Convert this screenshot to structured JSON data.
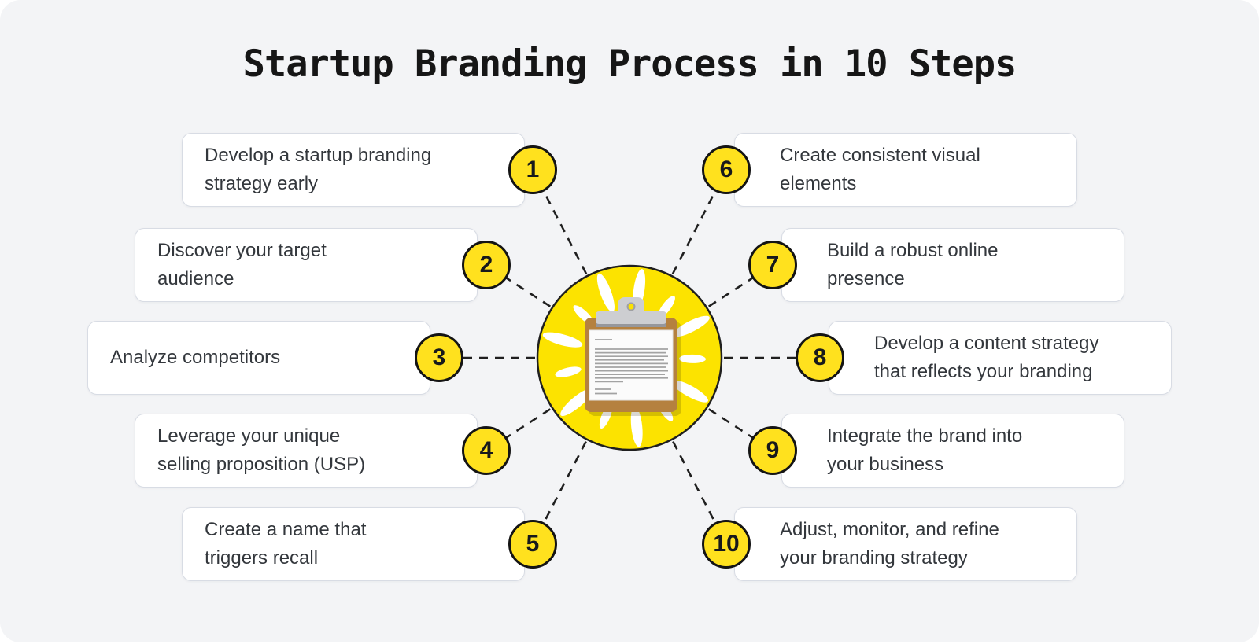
{
  "title": "Startup Branding Process in 10 Steps",
  "steps": [
    {
      "number": "1",
      "label": "Develop a startup branding\nstrategy early"
    },
    {
      "number": "2",
      "label": "Discover your target\naudience"
    },
    {
      "number": "3",
      "label": "Analyze competitors"
    },
    {
      "number": "4",
      "label": "Leverage your unique\nselling proposition (USP)"
    },
    {
      "number": "5",
      "label": "Create a name that\ntriggers recall"
    },
    {
      "number": "6",
      "label": "Create consistent visual\nelements"
    },
    {
      "number": "7",
      "label": "Build a robust online\npresence"
    },
    {
      "number": "8",
      "label": "Develop a content strategy\nthat reflects your branding"
    },
    {
      "number": "9",
      "label": "Integrate the brand into\nyour business"
    },
    {
      "number": "10",
      "label": "Adjust, monitor, and refine\nyour branding strategy"
    }
  ],
  "center_icon": "clipboard-sunburst-icon",
  "colors": {
    "page_bg": "#ffffff",
    "canvas_bg": "#f3f4f6",
    "card_bg": "#ffffff",
    "card_border": "#d8dce4",
    "text_color": "#33373c",
    "title_color": "#161616",
    "badge_yellow": "#ffe11e",
    "center_yellow": "#fce300",
    "line_black": "#1f1f1f",
    "board_brown": "#b5813f",
    "clip_gray": "#cdced1",
    "clip_shadow": "#96979b",
    "paper_white": "#fbfbfb",
    "paper_text": "#a3a3a3",
    "ray_white": "#ffffff"
  }
}
